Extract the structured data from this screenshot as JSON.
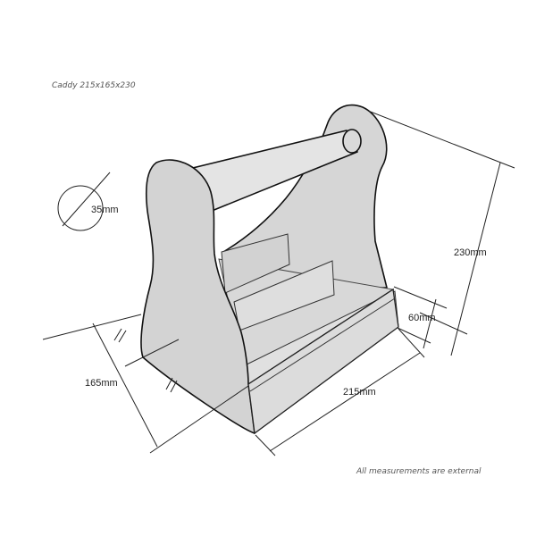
{
  "title": "Caddy 215x165x230",
  "diameter_label": "35mm",
  "height_label": "230mm",
  "side_height_label": "60mm",
  "depth_label": "165mm",
  "width_label": "215mm",
  "note": "All measurements are external",
  "colors": {
    "wood": "#dcdcdc",
    "wood_shade": "#cfcfcf",
    "wood_dark": "#c2c2c2",
    "handle": "#e4e4e4",
    "line": "#222222"
  }
}
